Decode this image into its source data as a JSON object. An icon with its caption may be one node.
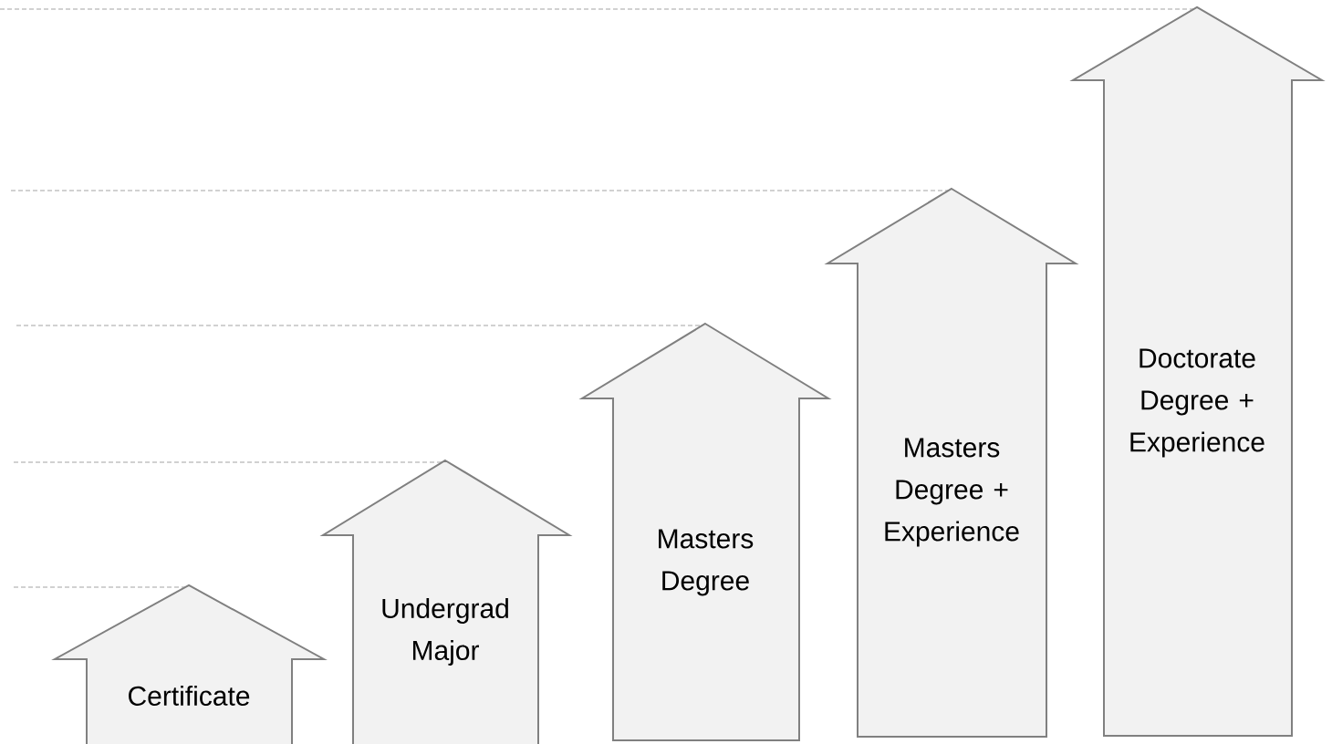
{
  "diagram": {
    "nodes": [
      {
        "text": [
          "Certificate"
        ]
      },
      {
        "text": [
          "Undergrad Major"
        ]
      },
      {
        "text": [
          "Masters Degree"
        ]
      },
      {
        "text": [
          "Masters Degree + Experience"
        ]
      },
      {
        "text": [
          "Doctorate Degree + Experience"
        ]
      }
    ]
  }
}
